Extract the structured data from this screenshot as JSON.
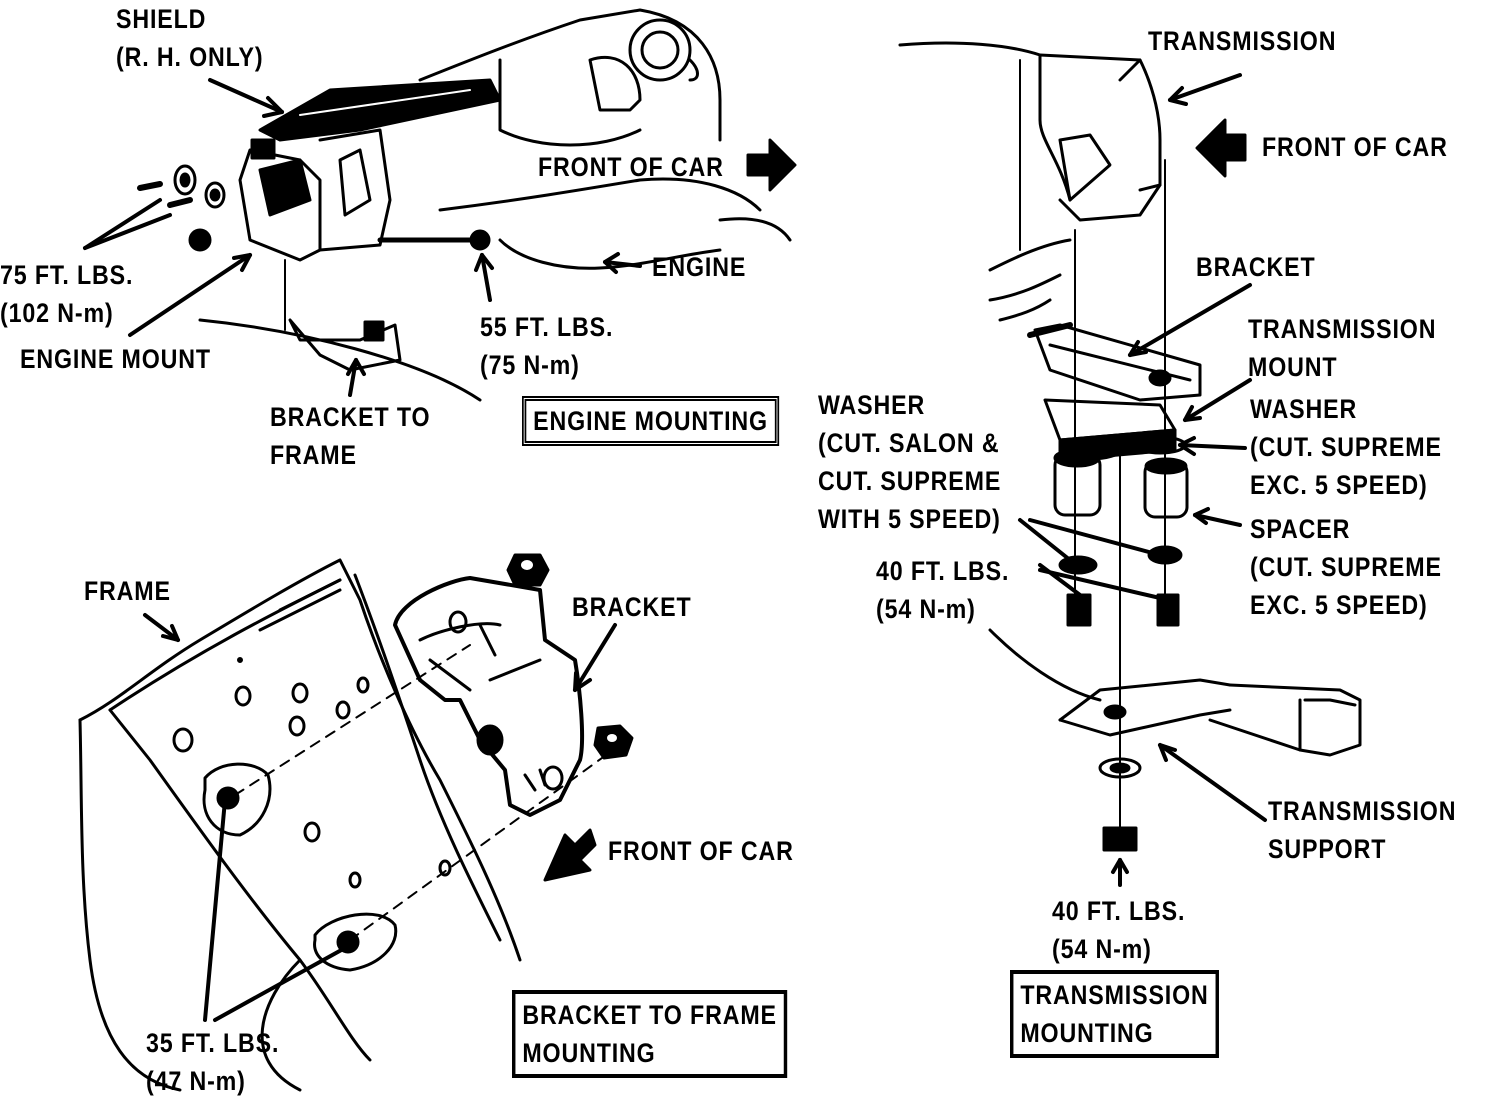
{
  "colors": {
    "ink": "#000000",
    "paper": "#ffffff"
  },
  "engine_mounting": {
    "shield": [
      "SHIELD",
      "(R. H. ONLY)"
    ],
    "front_of_car": "FRONT OF CAR",
    "engine": "ENGINE",
    "torque_75": [
      "75 FT. LBS.",
      "(102 N-m)"
    ],
    "engine_mount": "ENGINE MOUNT",
    "torque_55": [
      "55 FT. LBS.",
      "(75 N-m)"
    ],
    "bracket_to_frame": [
      "BRACKET TO",
      "FRAME"
    ],
    "title": "ENGINE MOUNTING"
  },
  "transmission_mounting": {
    "transmission": "TRANSMISSION",
    "front_of_car": "FRONT OF CAR",
    "bracket": "BRACKET",
    "transmission_mount": [
      "TRANSMISSION",
      "MOUNT"
    ],
    "washer_left": [
      "WASHER",
      "(CUT. SALON &",
      "CUT. SUPREME",
      "WITH 5 SPEED)"
    ],
    "washer_right": [
      "WASHER",
      "(CUT. SUPREME",
      "EXC. 5 SPEED)"
    ],
    "spacer": [
      "SPACER",
      "(CUT. SUPREME",
      "EXC. 5 SPEED)"
    ],
    "torque_40_upper": [
      "40 FT. LBS.",
      "(54 N-m)"
    ],
    "transmission_support": [
      "TRANSMISSION",
      "SUPPORT"
    ],
    "torque_40_lower": [
      "40 FT. LBS.",
      "(54 N-m)"
    ],
    "title": [
      "TRANSMISSION",
      "MOUNTING"
    ]
  },
  "bracket_to_frame_mounting": {
    "frame": "FRAME",
    "bracket": "BRACKET",
    "front_of_car": "FRONT OF CAR",
    "torque_35": [
      "35 FT. LBS.",
      "(47 N-m)"
    ],
    "title": [
      "BRACKET TO FRAME",
      "MOUNTING"
    ]
  }
}
